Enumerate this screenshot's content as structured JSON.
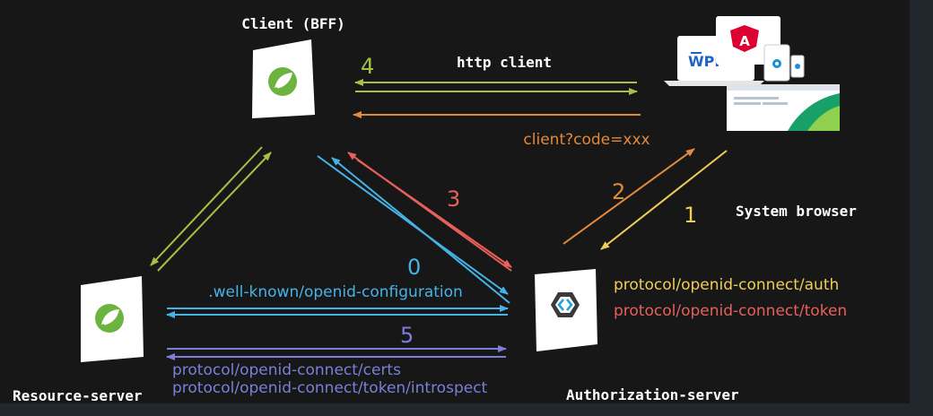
{
  "nodes": {
    "client": {
      "label": "Client (BFF)",
      "icon": "spring-leaf-icon"
    },
    "resource": {
      "label": "Resource-server",
      "icon": "spring-leaf-icon"
    },
    "auth": {
      "label": "Authorization-server",
      "icon": "keycloak-icon"
    },
    "browser": {
      "label": "System browser",
      "wpf_label": "WPF",
      "angular_label": "A"
    }
  },
  "flows": {
    "f0": {
      "number": "0",
      "label": ".well-known/openid-configuration",
      "color": "#46b3e6"
    },
    "f1": {
      "number": "1",
      "color": "#f1cd55"
    },
    "f2": {
      "number": "2",
      "color": "#e08a3c"
    },
    "f3": {
      "number": "3",
      "color": "#e8605a"
    },
    "f4": {
      "number": "4",
      "label": "http client",
      "color": "#a7c146"
    },
    "f5": {
      "number": "5",
      "color": "#7d7ed8"
    },
    "callback": {
      "label": "client?code=xxx",
      "color": "#e08a3c"
    }
  },
  "endpoints": {
    "auth": {
      "text": "protocol/openid-connect/auth",
      "color": "#f1cd55"
    },
    "token": {
      "text": "protocol/openid-connect/token",
      "color": "#e8605a"
    },
    "certs": {
      "text": "protocol/openid-connect/certs",
      "color": "#7d7ed8"
    },
    "introspect": {
      "text": "protocol/openid-connect/token/introspect",
      "color": "#7d7ed8"
    }
  }
}
